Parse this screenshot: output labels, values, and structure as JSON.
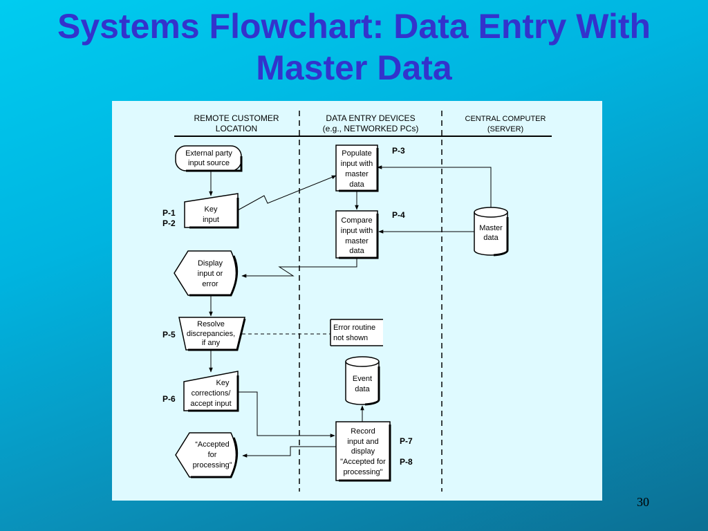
{
  "slide": {
    "title_line1": "Systems Flowchart: Data Entry With",
    "title_line2": "Master Data",
    "page_number": "30"
  },
  "columns": {
    "remote_line1": "REMOTE CUSTOMER",
    "remote_line2": "LOCATION",
    "entry_line1": "DATA ENTRY DEVICES",
    "entry_line2": "(e.g., NETWORKED PCs)",
    "central_line1": "CENTRAL COMPUTER",
    "central_line2": "(SERVER)"
  },
  "nodes": {
    "external": [
      "External party",
      "input source"
    ],
    "key_input": [
      "Key",
      "input"
    ],
    "populate": [
      "Populate",
      "input with",
      "master",
      "data"
    ],
    "compare": [
      "Compare",
      "input with",
      "master",
      "data"
    ],
    "master": [
      "Master",
      "data"
    ],
    "display": [
      "Display",
      "input or",
      "error"
    ],
    "resolve": [
      "Resolve",
      "discrepancies,",
      "if any"
    ],
    "error_routine": [
      "Error routine",
      "not shown"
    ],
    "event": [
      "Event",
      "data"
    ],
    "key_corrections": [
      "Key",
      "corrections/",
      "accept input"
    ],
    "record": [
      "Record",
      "input and",
      "display",
      "\"Accepted for",
      "processing\""
    ],
    "accepted": [
      "“Accepted",
      "for",
      "processing”"
    ]
  },
  "labels": {
    "p1": "P-1",
    "p2": "P-2",
    "p3": "P-3",
    "p4": "P-4",
    "p5": "P-5",
    "p6": "P-6",
    "p7": "P-7",
    "p8": "P-8"
  }
}
